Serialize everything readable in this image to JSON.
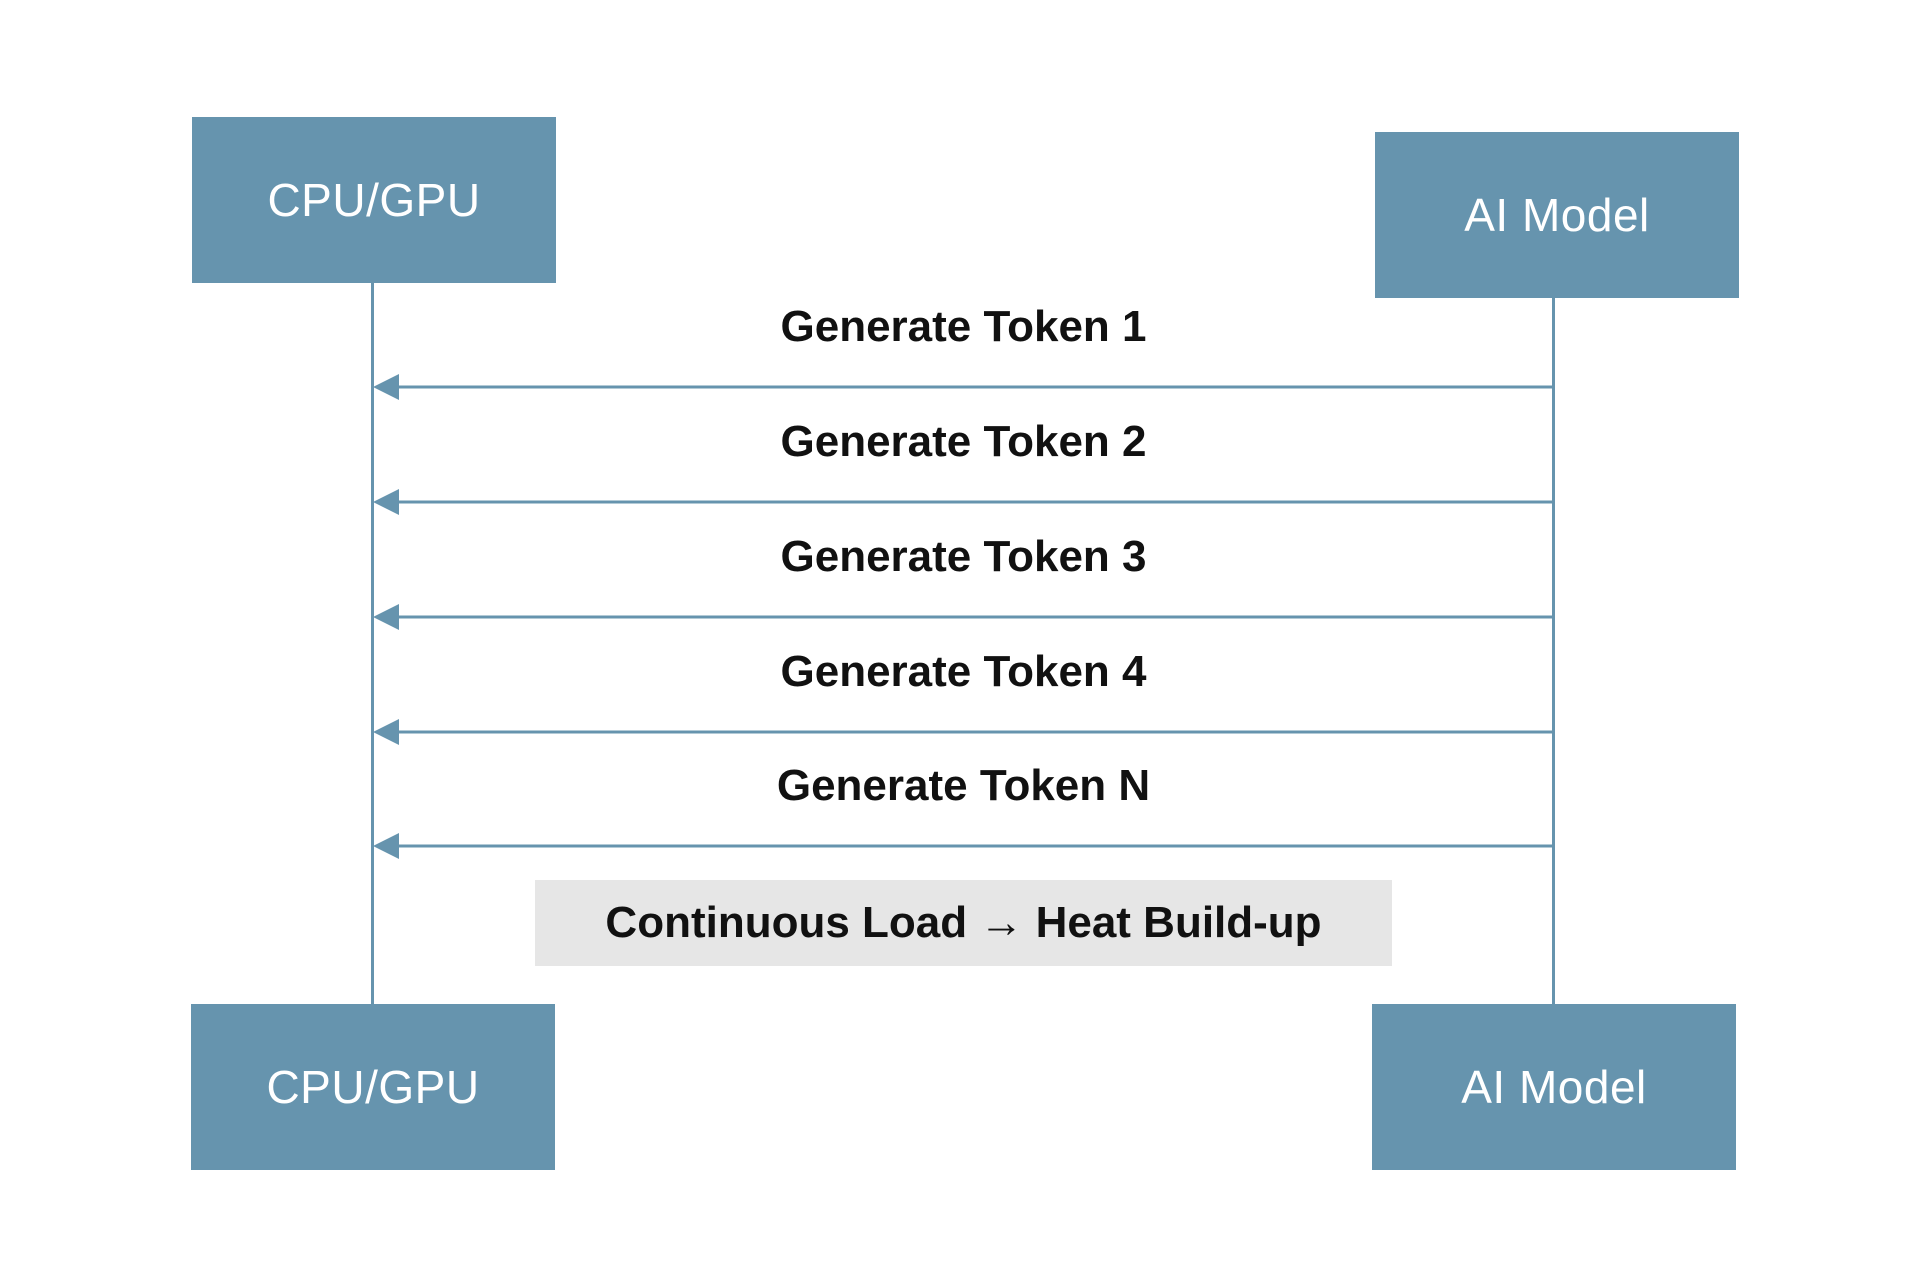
{
  "participants": {
    "left": {
      "top_label": "CPU/GPU",
      "bottom_label": "CPU/GPU"
    },
    "right": {
      "top_label": "AI Model",
      "bottom_label": "AI Model"
    }
  },
  "messages": [
    {
      "label": "Generate Token 1"
    },
    {
      "label": "Generate Token 2"
    },
    {
      "label": "Generate Token 3"
    },
    {
      "label": "Generate Token 4"
    },
    {
      "label": "Generate Token N"
    }
  ],
  "note": {
    "text": "Continuous Load → Heat Build-up"
  },
  "colors": {
    "actor_fill": "#6694ae",
    "note_fill": "#e6e6e6",
    "text": "#111111"
  }
}
